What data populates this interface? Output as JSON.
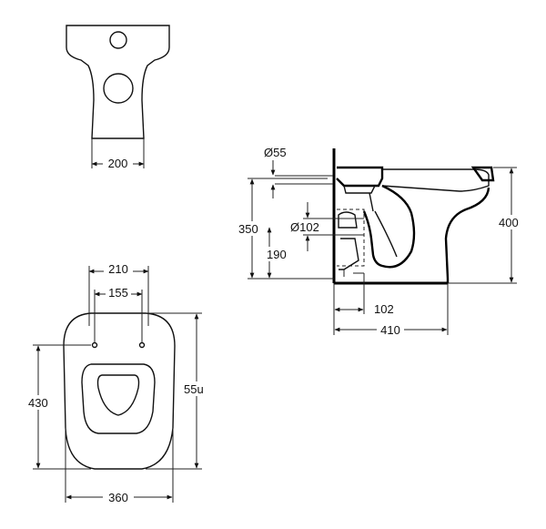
{
  "front_view": {
    "width_label": "200"
  },
  "side_view": {
    "inlet_dia_label": "Ø55",
    "height_350_label": "350",
    "outlet_dia_label": "Ø102",
    "height_190_label": "190",
    "total_height_label": "400",
    "outlet_offset_label": "102",
    "depth_label": "410"
  },
  "plan_view": {
    "fixing_outer_label": "210",
    "fixing_inner_label": "155",
    "fixing_depth_label": "430",
    "length_label": "55u",
    "width_label": "360"
  }
}
